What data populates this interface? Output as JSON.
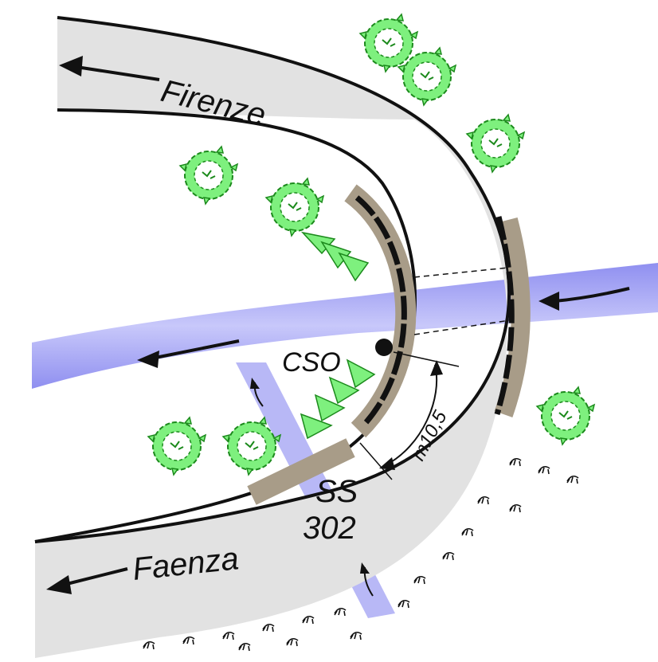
{
  "labels": {
    "to_north": "Firenze",
    "to_south": "Faenza",
    "point": "CSO",
    "road_code": "SS",
    "road_number": "302",
    "distance": "m10,5"
  },
  "colors": {
    "road_fill": "#e2e2e2",
    "road_edge": "#111111",
    "water": "#a8a8f4",
    "retaining_wall": "#a89c88",
    "vegetation_fill": "#7ef07e",
    "vegetation_edge": "#1c8a1c",
    "ink": "#111111"
  },
  "icons": {
    "tree": "shrub-icon",
    "grass": "grass-tuft-icon",
    "arrow": "flow-arrow-icon"
  }
}
